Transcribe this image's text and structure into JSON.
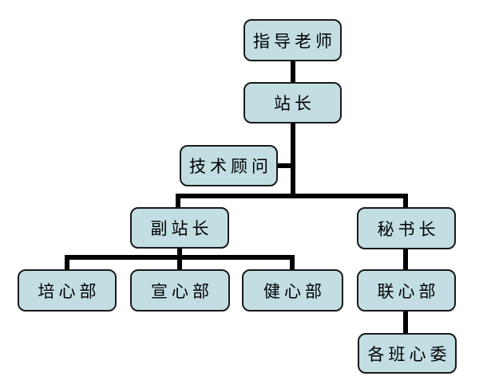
{
  "diagram": {
    "type": "org-chart",
    "background_color": "#ffffff",
    "node_fill_color": "#c2dee3",
    "node_border_color": "#1a1a1a",
    "connector_color": "#000000",
    "nodes": {
      "advisor": {
        "label": "指导老师"
      },
      "chief": {
        "label": "站长"
      },
      "tech": {
        "label": "技术顾问"
      },
      "deputy": {
        "label": "副站长"
      },
      "secretary": {
        "label": "秘书长"
      },
      "peixin": {
        "label": "培心部"
      },
      "xuanxin": {
        "label": "宣心部"
      },
      "jianxin": {
        "label": "健心部"
      },
      "lianxin": {
        "label": "联心部"
      },
      "committee": {
        "label": "各班心委"
      }
    },
    "edges": [
      {
        "from": "指导老师",
        "to": "站长"
      },
      {
        "from": "站长",
        "to": "技术顾问"
      },
      {
        "from": "站长",
        "to": "副站长"
      },
      {
        "from": "站长",
        "to": "秘书长"
      },
      {
        "from": "副站长",
        "to": "培心部"
      },
      {
        "from": "副站长",
        "to": "宣心部"
      },
      {
        "from": "副站长",
        "to": "健心部"
      },
      {
        "from": "秘书长",
        "to": "联心部"
      },
      {
        "from": "联心部",
        "to": "各班心委"
      }
    ]
  }
}
